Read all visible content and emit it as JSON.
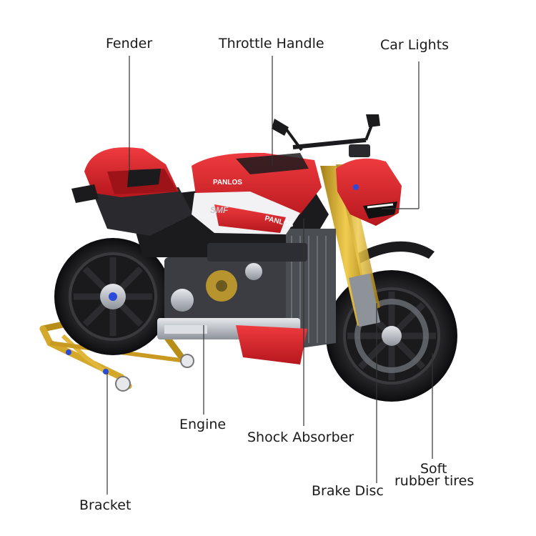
{
  "callouts": {
    "fender": "Fender",
    "throttle_handle": "Throttle Handle",
    "car_lights": "Car Lights",
    "engine": "Engine",
    "shock_absorber": "Shock Absorber",
    "brake_disc": "Brake Disc",
    "soft_tires_line1": "Soft",
    "soft_tires_line2": "rubber tires",
    "bracket": "Bracket"
  },
  "model_decals": {
    "brand_upper": "PANLOS",
    "brand_lower": "PANLOS",
    "side_mark": "SMF"
  },
  "colors": {
    "body_red": "#d8232a",
    "dark_red": "#9e1318",
    "frame_black": "#1b1b1d",
    "tire_black": "#121214",
    "gold": "#d4a82a",
    "silver": "#b8bcc2",
    "leader_line": "#333333",
    "text": "#1a1a1a"
  }
}
